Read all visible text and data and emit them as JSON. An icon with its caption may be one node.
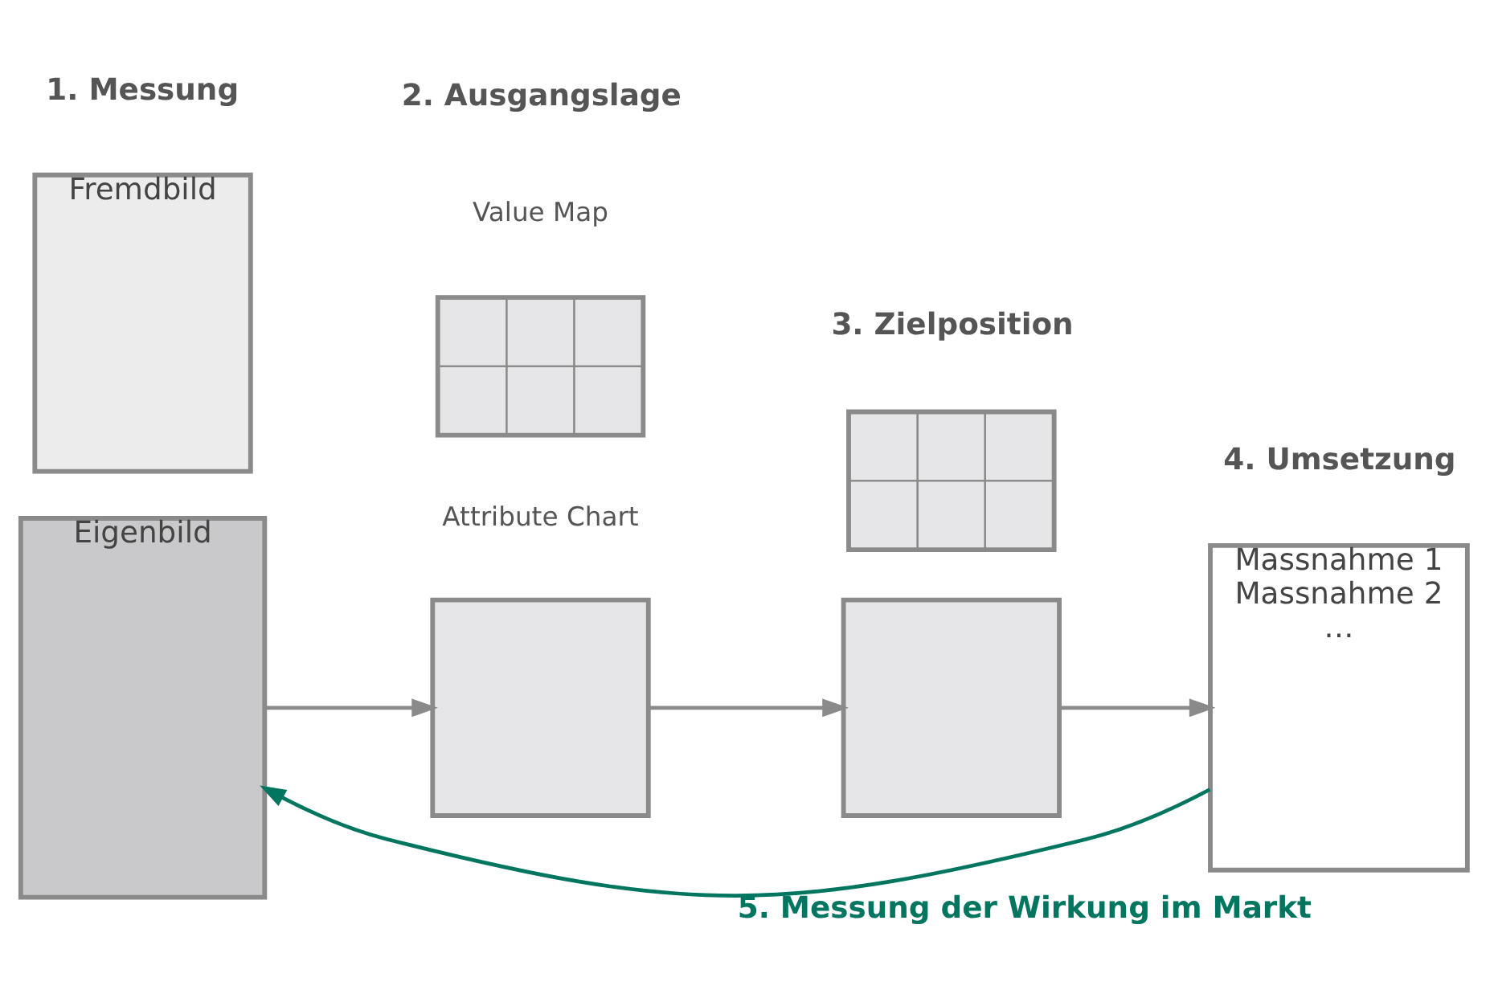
{
  "diagram": {
    "nodes": [
      {
        "text": [
          "Fremdbild"
        ]
      },
      {
        "text": [
          "Eigenbild"
        ]
      },
      {
        "text": [],
        "shape": "box"
      },
      {
        "text": [],
        "shape": "box"
      },
      {
        "text": [],
        "shape": "box"
      },
      {
        "text": [],
        "shape": "box"
      },
      {
        "text": [
          "Massnahme 1",
          "Massnahme 2",
          "…"
        ]
      }
    ],
    "edges": [
      {
        "from": 1,
        "to": 2,
        "arrow": "to"
      },
      {
        "from": 2,
        "to": 4,
        "arrow": "to"
      },
      {
        "from": 4,
        "to": 6,
        "arrow": "to"
      },
      {
        "from": 6,
        "to": 1,
        "arrow": "to",
        "label": "5. Messung der Wirkung im Markt",
        "color": "#00755f"
      }
    ],
    "labels": [
      "1. Messung",
      "2. Ausgangslage",
      "3. Zielposition",
      "4. Umsetzung",
      "Value Map",
      "Attribute Chart"
    ]
  }
}
